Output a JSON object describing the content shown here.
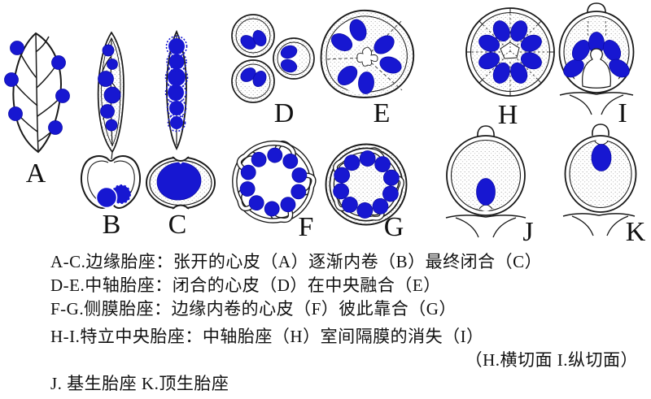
{
  "figure": {
    "labels": {
      "a": "A",
      "b": "B",
      "c": "C",
      "d": "D",
      "e": "E",
      "f": "F",
      "g": "G",
      "h": "H",
      "i": "I",
      "j": "J",
      "k": "K"
    },
    "colors": {
      "ovule_blue": "#1717d1",
      "ink": "#1a1a1a",
      "stipple_gray": "#b0b0b0",
      "background": "#ffffff"
    }
  },
  "caption": {
    "lines": [
      "A-C.边缘胎座：张开的心皮（A）逐渐内卷（B）最终闭合（C）",
      "D-E.中轴胎座：闭合的心皮（D）在中央融合（E）",
      "F-G.侧膜胎座：边缘内卷的心皮（F）彼此靠合（G）",
      "H-I.特立中央胎座：中轴胎座（H）室间隔膜的消失（I）",
      "（H.横切面 I.纵切面）",
      "J. 基生胎座 K.顶生胎座"
    ]
  }
}
